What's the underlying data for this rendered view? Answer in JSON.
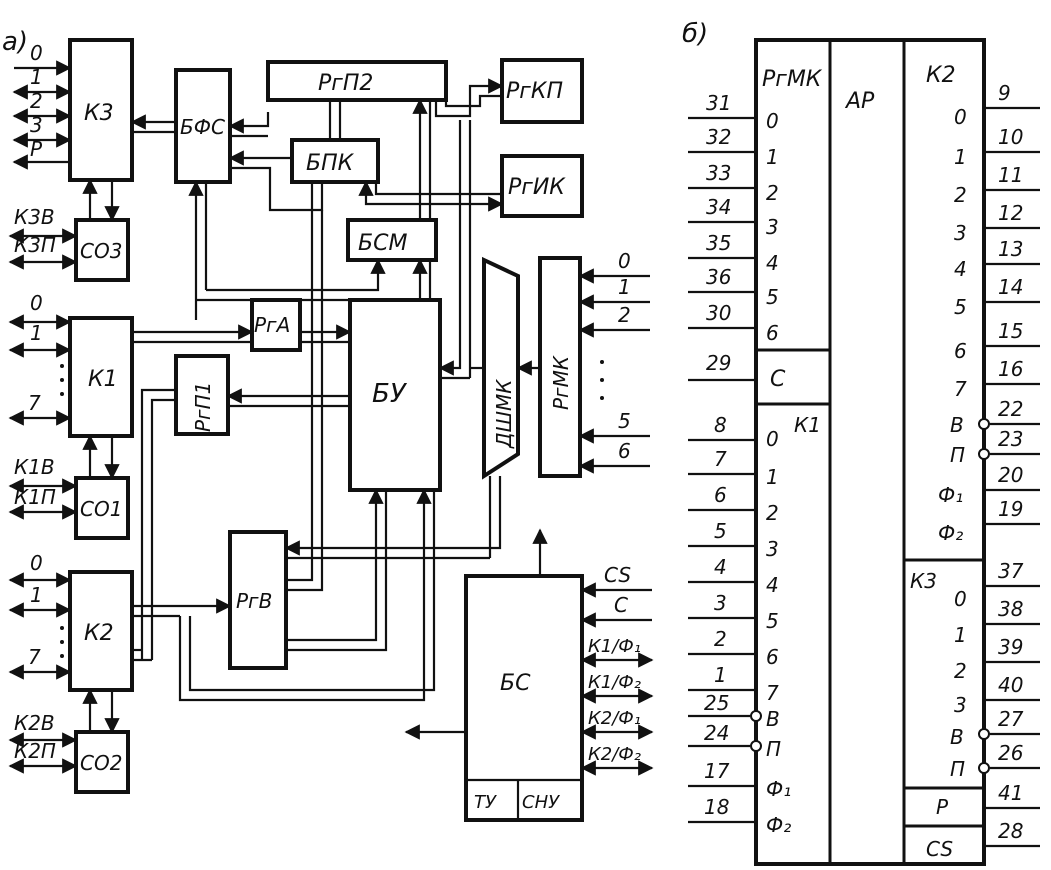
{
  "panel_labels": {
    "a": "а)",
    "b": "б)"
  },
  "left_diagram": {
    "blocks": {
      "k3": "К3",
      "bfs": "БФС",
      "rgp2": "РгП2",
      "rgkp": "РгКП",
      "bpk": "БПК",
      "rgik": "РгИК",
      "bsm": "БСМ",
      "so3": "СО3",
      "k1": "К1",
      "rga": "РгА",
      "rgp1": "РгП1",
      "bu": "БУ",
      "dshmk": "ДШМК",
      "rgmk": "РгМК",
      "so1": "СО1",
      "k2": "К2",
      "rgv": "РгВ",
      "bs": "БС",
      "tu": "ТУ",
      "snu": "СНУ",
      "so2": "СО2"
    },
    "k3_pins": [
      "0",
      "1",
      "2",
      "3",
      "Р"
    ],
    "so3_pins": [
      "К3В",
      "К3П"
    ],
    "k1_pins": [
      "0",
      "1",
      "7"
    ],
    "so1_pins": [
      "К1В",
      "К1П"
    ],
    "k2_pins": [
      "0",
      "1",
      "7"
    ],
    "so2_pins": [
      "К2В",
      "К2П"
    ],
    "rgmk_inputs": [
      "0",
      "1",
      "2",
      "5",
      "6"
    ],
    "bs_inputs": [
      "CS",
      "С",
      "К1/Ф₁",
      "К1/Ф₂",
      "К2/Ф₁",
      "К2/Ф₂"
    ]
  },
  "right_diagram": {
    "sections": {
      "rgmk": "РгМК",
      "ar": "АР",
      "k2": "К2",
      "c": "С",
      "k1": "К1",
      "k3": "К3",
      "p": "Р",
      "cs": "CS"
    },
    "rgmk_pins": [
      {
        "num": "31",
        "sig": "0"
      },
      {
        "num": "32",
        "sig": "1"
      },
      {
        "num": "33",
        "sig": "2"
      },
      {
        "num": "34",
        "sig": "3"
      },
      {
        "num": "35",
        "sig": "4"
      },
      {
        "num": "36",
        "sig": "5"
      },
      {
        "num": "30",
        "sig": "6"
      }
    ],
    "c_pin": {
      "num": "29",
      "sig": "С"
    },
    "k1_pins": [
      {
        "num": "8",
        "sig": "0"
      },
      {
        "num": "7",
        "sig": "1"
      },
      {
        "num": "6",
        "sig": "2"
      },
      {
        "num": "5",
        "sig": "3"
      },
      {
        "num": "4",
        "sig": "4"
      },
      {
        "num": "3",
        "sig": "5"
      },
      {
        "num": "2",
        "sig": "6"
      },
      {
        "num": "1",
        "sig": "7"
      },
      {
        "num": "25",
        "sig": "В"
      },
      {
        "num": "24",
        "sig": "П"
      },
      {
        "num": "17",
        "sig": "Ф₁"
      },
      {
        "num": "18",
        "sig": "Ф₂"
      }
    ],
    "k2_pins": [
      {
        "num": "9",
        "sig": "0"
      },
      {
        "num": "10",
        "sig": "1"
      },
      {
        "num": "11",
        "sig": "2"
      },
      {
        "num": "12",
        "sig": "3"
      },
      {
        "num": "13",
        "sig": "4"
      },
      {
        "num": "14",
        "sig": "5"
      },
      {
        "num": "15",
        "sig": "6"
      },
      {
        "num": "16",
        "sig": "7"
      },
      {
        "num": "22",
        "sig": "В"
      },
      {
        "num": "23",
        "sig": "П"
      },
      {
        "num": "20",
        "sig": "Ф₁"
      },
      {
        "num": "19",
        "sig": "Ф₂"
      }
    ],
    "k3_pins": [
      {
        "num": "37",
        "sig": "0"
      },
      {
        "num": "38",
        "sig": "1"
      },
      {
        "num": "39",
        "sig": "2"
      },
      {
        "num": "40",
        "sig": "3"
      },
      {
        "num": "27",
        "sig": "В"
      },
      {
        "num": "26",
        "sig": "П"
      }
    ],
    "p_pin": "41",
    "cs_pin": "28"
  }
}
